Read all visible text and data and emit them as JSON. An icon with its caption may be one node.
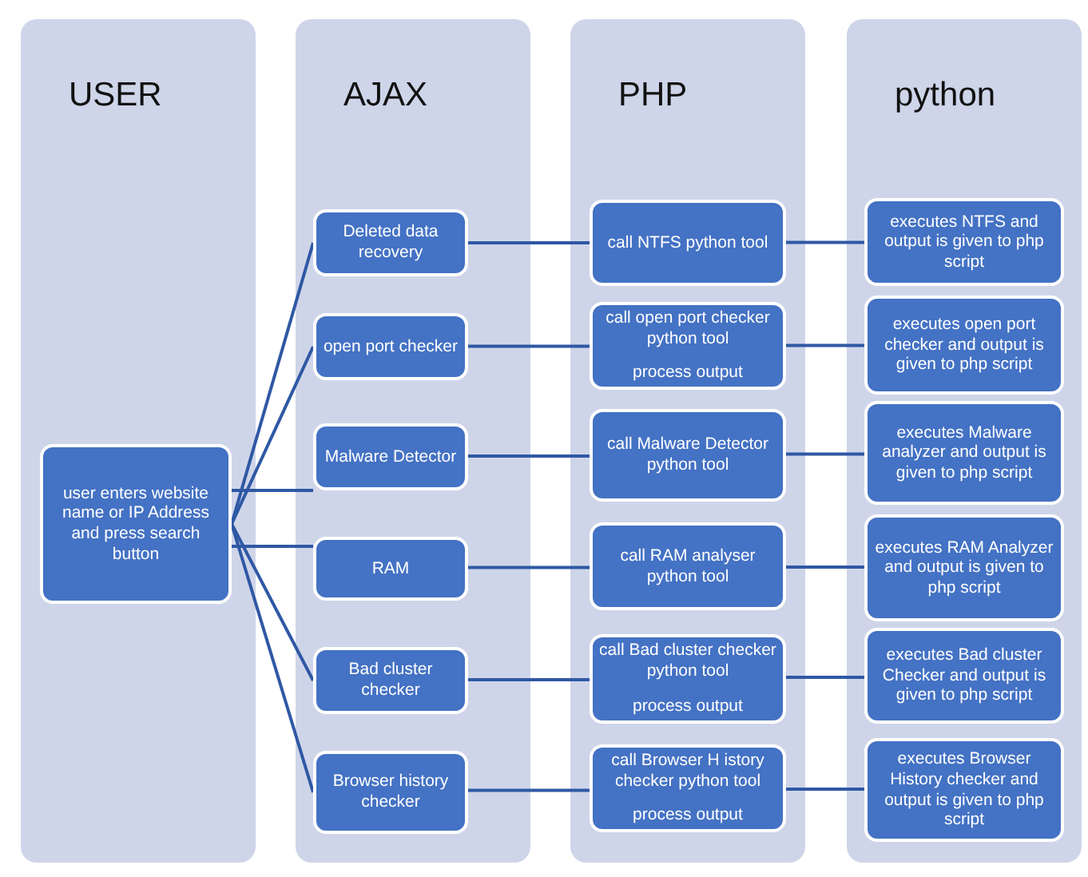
{
  "diagram": {
    "nodes": [
      {
        "text": [
          "USER"
        ]
      },
      {
        "text": [
          "user enters website name or IP Address and press search button"
        ],
        "in": 0
      },
      {
        "text": [
          "AJAX"
        ]
      },
      {
        "text": [
          "Deleted data recovery"
        ],
        "in": 2
      },
      {
        "text": [
          "open port checker"
        ],
        "in": 2
      },
      {
        "text": [
          "Malware Detector"
        ],
        "in": 2
      },
      {
        "text": [
          "RAM"
        ],
        "in": 2
      },
      {
        "text": [
          "Bad cluster checker"
        ],
        "in": 2
      },
      {
        "text": [
          "Browser history checker"
        ],
        "in": 2
      },
      {
        "text": [
          "PHP"
        ]
      },
      {
        "text": [
          "call NTFS python tool"
        ],
        "in": 9
      },
      {
        "text": [
          "call open port checker python tool",
          "process output"
        ],
        "in": 9
      },
      {
        "text": [
          "call Malware Detector python tool"
        ],
        "in": 9
      },
      {
        "text": [
          "call RAM analyser python tool"
        ],
        "in": 9
      },
      {
        "text": [
          "call Bad cluster checker python tool",
          "process output"
        ],
        "in": 9
      },
      {
        "text": [
          "call Browser H istory checker python tool",
          "process output"
        ],
        "in": 9
      },
      {
        "text": [
          "python"
        ]
      },
      {
        "text": [
          "executes NTFS and output is given to php script"
        ],
        "in": 16
      },
      {
        "text": [
          "executes open port checker and output is given to php script"
        ],
        "in": 16
      },
      {
        "text": [
          "executes Malware analyzer and output is given to php script"
        ],
        "in": 16
      },
      {
        "text": [
          "executes RAM Analyzer and output is given to php script"
        ],
        "in": 16
      },
      {
        "text": [
          "executes Bad cluster Checker and output is given to php script"
        ],
        "in": 16
      },
      {
        "text": [
          "executes Browser History checker and output is given to php script"
        ],
        "in": 16
      }
    ],
    "edges": [
      {
        "from": 1,
        "to": 3,
        "arrow": "none"
      },
      {
        "from": 1,
        "to": 4,
        "arrow": "none"
      },
      {
        "from": 1,
        "to": 5,
        "arrow": "none"
      },
      {
        "from": 1,
        "to": 6,
        "arrow": "none"
      },
      {
        "from": 1,
        "to": 7,
        "arrow": "none"
      },
      {
        "from": 1,
        "to": 8,
        "arrow": "none"
      },
      {
        "from": 3,
        "to": 10,
        "arrow": "none"
      },
      {
        "from": 4,
        "to": 11,
        "arrow": "none"
      },
      {
        "from": 5,
        "to": 12,
        "arrow": "none"
      },
      {
        "from": 6,
        "to": 13,
        "arrow": "none"
      },
      {
        "from": 7,
        "to": 14,
        "arrow": "none"
      },
      {
        "from": 8,
        "to": 15,
        "arrow": "none"
      },
      {
        "from": 10,
        "to": 17,
        "arrow": "none"
      },
      {
        "from": 11,
        "to": 18,
        "arrow": "none"
      },
      {
        "from": 12,
        "to": 19,
        "arrow": "none"
      },
      {
        "from": 13,
        "to": 20,
        "arrow": "none"
      },
      {
        "from": 14,
        "to": 21,
        "arrow": "none"
      },
      {
        "from": 15,
        "to": 22,
        "arrow": "none"
      }
    ]
  }
}
